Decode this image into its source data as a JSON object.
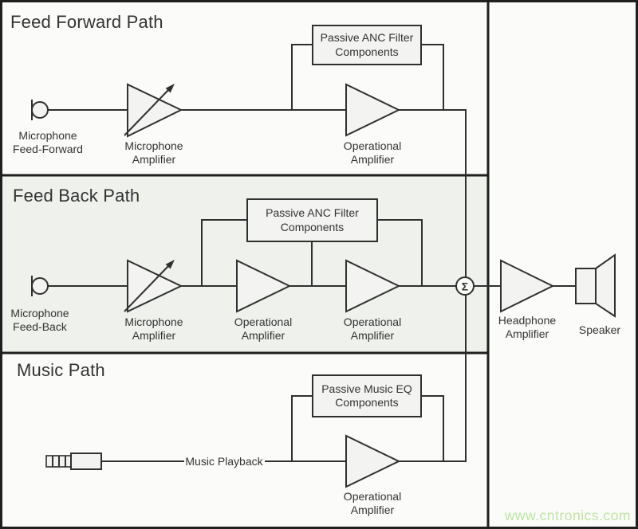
{
  "colors": {
    "canvas-bg": "#fbfcfa",
    "section-bg": "#eff1ed",
    "shape-fill": "#f3f4f1",
    "line-color": "#303030",
    "border-color": "#1f1f1f",
    "text-color": "#333333",
    "watermark-color": "#bfe3a4"
  },
  "feed_forward": {
    "title": "Feed Forward Path",
    "mic_label": "Microphone\nFeed-Forward",
    "mic_amp_label": "Microphone\nAmplifier",
    "filter_box_label": "Passive ANC Filter\nComponents",
    "op_amp_label": "Operational\nAmplifier"
  },
  "feed_back": {
    "title": "Feed Back Path",
    "mic_label": "Microphone\nFeed-Back",
    "mic_amp_label": "Microphone\nAmplifier",
    "filter_box_label": "Passive ANC Filter\nComponents",
    "op_amp1_label": "Operational\nAmplifier",
    "op_amp2_label": "Operational\nAmplifier"
  },
  "music": {
    "title": "Music Path",
    "playback_label": "Music Playback",
    "filter_box_label": "Passive Music EQ\nComponents",
    "op_amp_label": "Operational\nAmplifier"
  },
  "output": {
    "summer_symbol": "Σ",
    "headphone_amp_label": "Headphone\nAmplifier",
    "speaker_label": "Speaker"
  },
  "watermark": "www.cntronics.com"
}
